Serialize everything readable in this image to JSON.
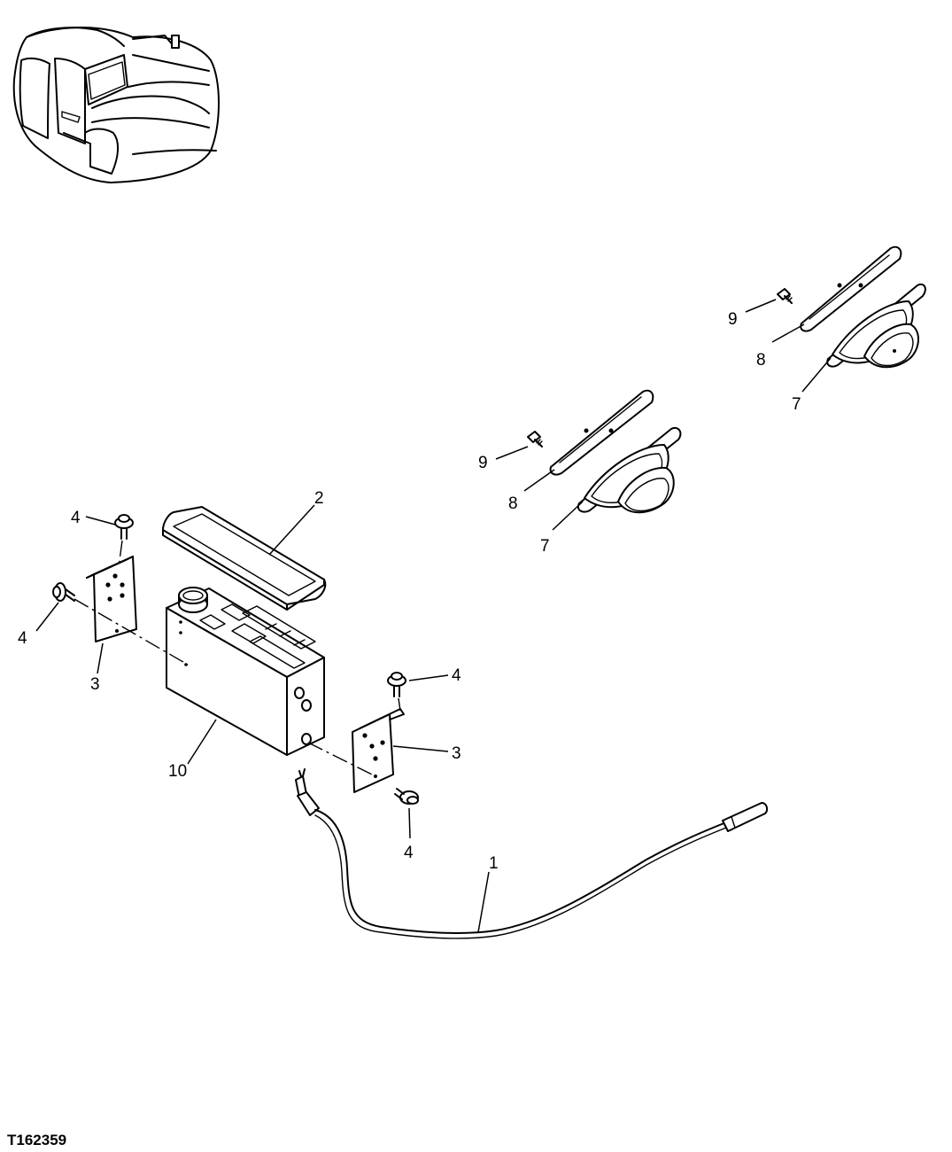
{
  "figure_id": "T162359",
  "callouts": {
    "c1": "1",
    "c2": "2",
    "c3a": "3",
    "c3b": "3",
    "c4a": "4",
    "c4b": "4",
    "c4c": "4",
    "c4d": "4",
    "c7a": "7",
    "c7b": "7",
    "c8a": "8",
    "c8b": "8",
    "c9a": "9",
    "c9b": "9",
    "c10": "10"
  }
}
